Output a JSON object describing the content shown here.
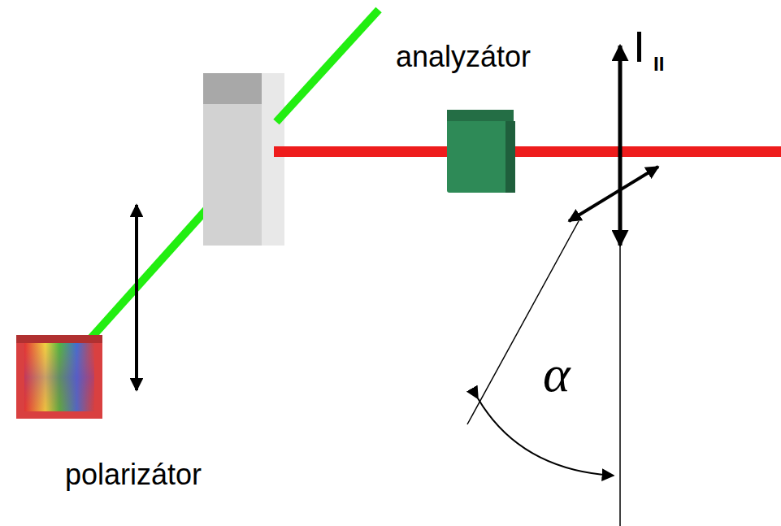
{
  "diagram": {
    "labels": [
      "analyzátor",
      "polarizátor",
      "I",
      "II",
      "α"
    ]
  }
}
